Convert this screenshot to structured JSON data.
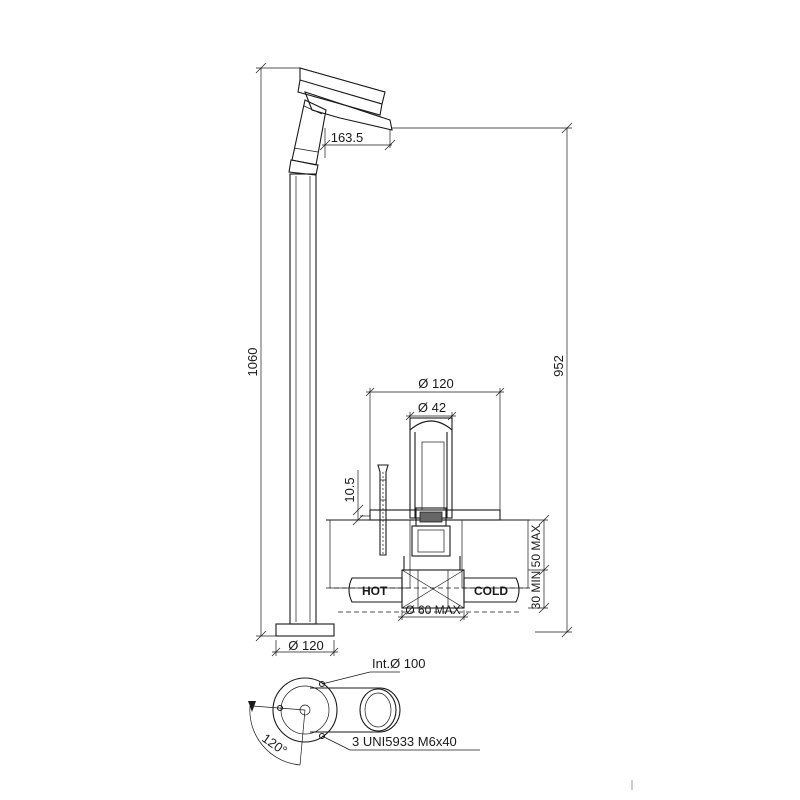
{
  "labels": {
    "spout_reach": "163.5",
    "total_height": "1060",
    "spout_height": "952",
    "base_diameter": "Ø 120",
    "cover_diameter": "Ø 120",
    "pipe_diameter": "Ø 42",
    "flange_thickness": "10.5",
    "max_depth": "50 MAX",
    "min_depth": "30 MIN",
    "hole_diameter": "Ø 60 MAX",
    "hot": "HOT",
    "cold": "COLD",
    "internal_diameter": "Int.Ø 100",
    "screws": "3  UNI5933  M6x40",
    "angle": "120°"
  }
}
